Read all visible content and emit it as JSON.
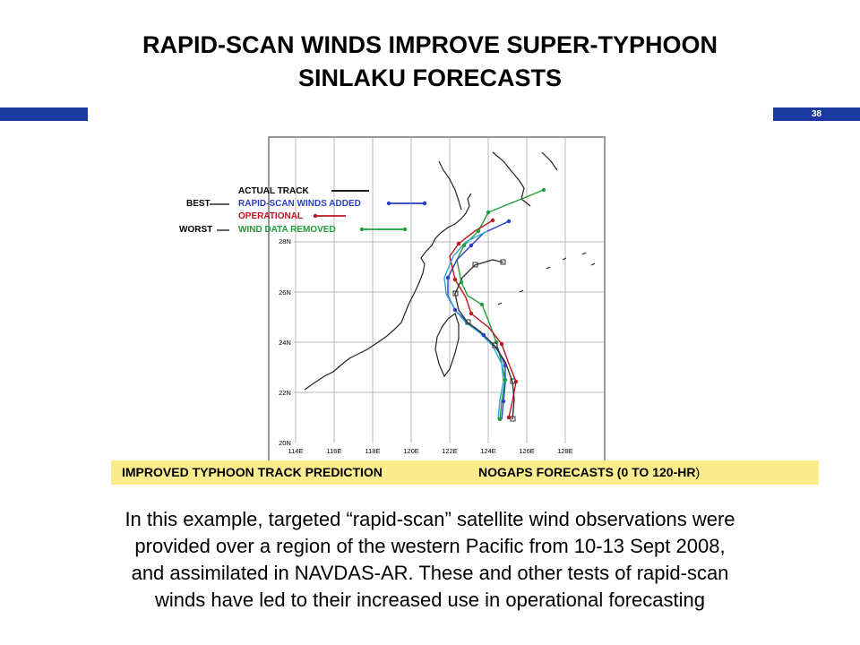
{
  "title": {
    "line1": "RAPID-SCAN WINDS IMPROVE SUPER-TYPHOON",
    "line2": "SINLAKU FORECASTS"
  },
  "page_number": "38",
  "colors": {
    "brand_bar": "#1a3aa0",
    "banner_bg": "#fbec8e",
    "actual": "#333333",
    "rapid_scan": "#2b3fc4",
    "operational": "#c0141e",
    "wind_removed": "#1f9e3a",
    "cyan_track": "#2fa8d8"
  },
  "figure": {
    "legend": {
      "best_label": "BEST",
      "worst_label": "WORST",
      "items": [
        {
          "label": "ACTUAL TRACK"
        },
        {
          "label": "RAPID-SCAN WINDS ADDED"
        },
        {
          "label": "OPERATIONAL"
        },
        {
          "label": "WIND DATA REMOVED"
        }
      ]
    },
    "lat_labels": [
      "20N",
      "22N",
      "24N",
      "26N",
      "28N"
    ],
    "lon_labels": [
      "114E",
      "116E",
      "118E",
      "120E",
      "122E",
      "124E",
      "126E",
      "128E"
    ]
  },
  "banner": {
    "left": "IMPROVED TYPHOON TRACK PREDICTION",
    "right": "NOGAPS FORECASTS (0 TO 120-HR",
    "right_close": ")"
  },
  "body": {
    "lines": [
      "In this example, targeted “rapid-scan” satellite wind observations were",
      "provided over a region of  the western Pacific  from 10-13 Sept 2008,",
      "and assimilated in NAVDAS-AR.  These and other tests of rapid-scan",
      "winds have led to their increased use in operational forecasting"
    ]
  }
}
